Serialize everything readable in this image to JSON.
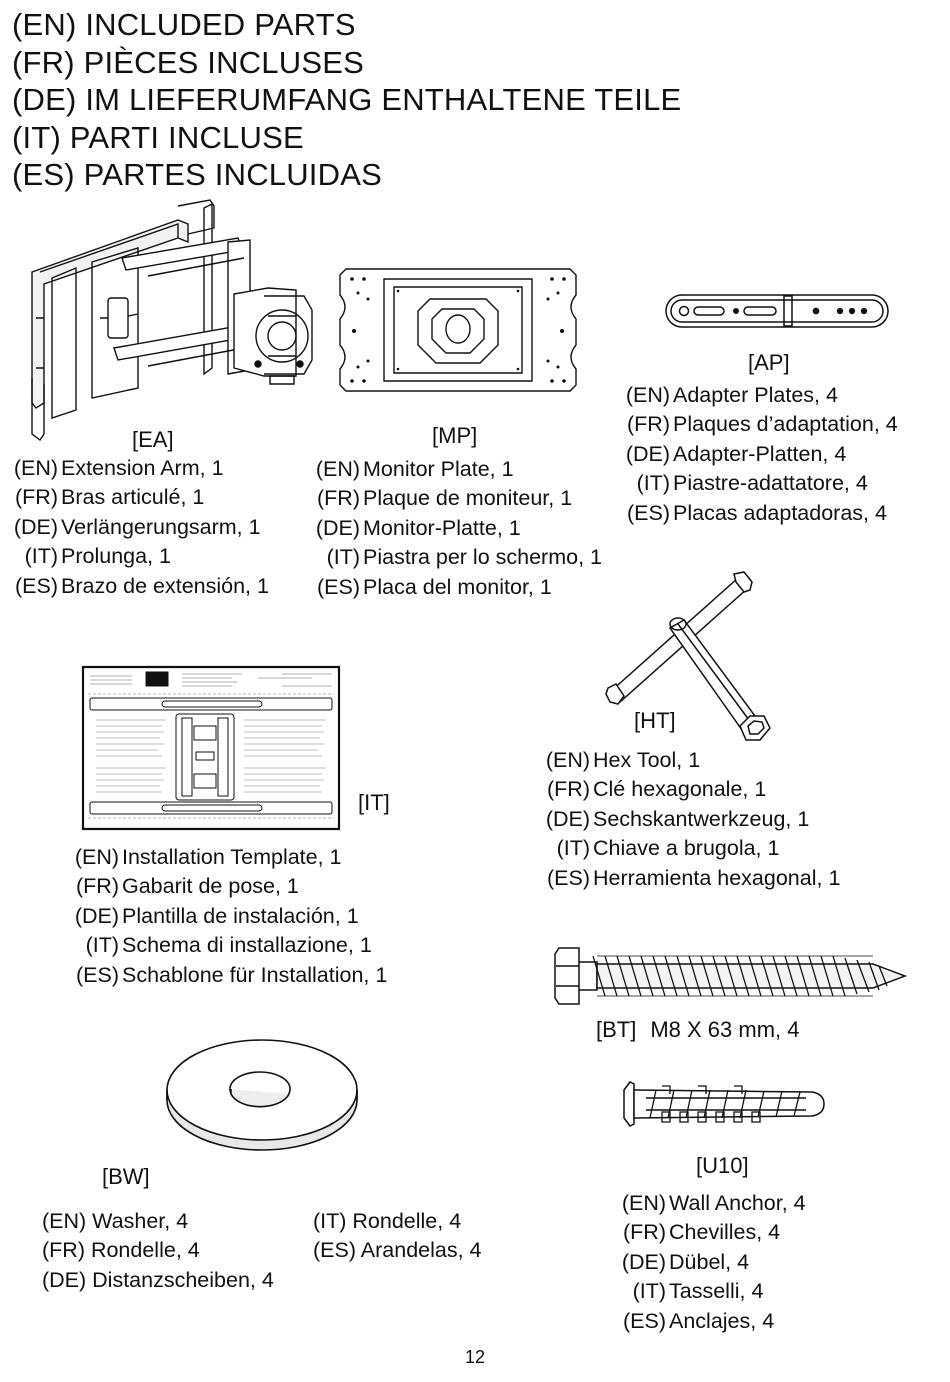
{
  "heading": {
    "lines": [
      "(EN) INCLUDED PARTS",
      "(FR) PIÈCES INCLUSES",
      "(DE) IM LIEFERUMFANG ENTHALTENE TEILE",
      "(IT) PARTI INCLUSE",
      "(ES) PARTES INCLUIDAS"
    ]
  },
  "parts": {
    "ea": {
      "code": "[EA]",
      "illustration": "extension-arm-drawing",
      "names": [
        {
          "lang": "(EN)",
          "text": "Extension Arm, 1"
        },
        {
          "lang": "(FR)",
          "text": "Bras articulé, 1"
        },
        {
          "lang": "(DE)",
          "text": "Verlängerungsarm, 1"
        },
        {
          "lang": "(IT)",
          "text": "Prolunga, 1"
        },
        {
          "lang": "(ES)",
          "text": "Brazo de extensión, 1"
        }
      ]
    },
    "mp": {
      "code": "[MP]",
      "illustration": "monitor-plate-drawing",
      "names": [
        {
          "lang": "(EN)",
          "text": "Monitor Plate, 1"
        },
        {
          "lang": "(FR)",
          "text": "Plaque de moniteur, 1"
        },
        {
          "lang": "(DE)",
          "text": "Monitor-Platte, 1"
        },
        {
          "lang": "(IT)",
          "text": "Piastra per lo schermo, 1"
        },
        {
          "lang": "(ES)",
          "text": "Placa del monitor, 1"
        }
      ]
    },
    "ap": {
      "code": "[AP]",
      "illustration": "adapter-plate-drawing",
      "names": [
        {
          "lang": "(EN)",
          "text": "Adapter Plates, 4"
        },
        {
          "lang": "(FR)",
          "text": "Plaques d’adaptation, 4"
        },
        {
          "lang": "(DE)",
          "text": "Adapter-Platten, 4"
        },
        {
          "lang": "(IT)",
          "text": "Piastre-adattatore, 4"
        },
        {
          "lang": "(ES)",
          "text": "Placas adaptadoras, 4"
        }
      ]
    },
    "it": {
      "code": "[IT]",
      "illustration": "installation-template-drawing",
      "names": [
        {
          "lang": "(EN)",
          "text": "Installation Template, 1"
        },
        {
          "lang": "(FR)",
          "text": "Gabarit de pose, 1"
        },
        {
          "lang": "(DE)",
          "text": "Plantilla de instalación, 1"
        },
        {
          "lang": "(IT)",
          "text": "Schema di installazione, 1"
        },
        {
          "lang": "(ES)",
          "text": "Schablone für Installation, 1"
        }
      ]
    },
    "ht": {
      "code": "[HT]",
      "illustration": "hex-tool-drawing",
      "names": [
        {
          "lang": "(EN)",
          "text": "Hex Tool, 1"
        },
        {
          "lang": "(FR)",
          "text": "Clé hexagonale, 1"
        },
        {
          "lang": "(DE)",
          "text": "Sechskantwerkzeug, 1"
        },
        {
          "lang": "(IT)",
          "text": "Chiave a brugola, 1"
        },
        {
          "lang": "(ES)",
          "text": "Herramienta hexagonal, 1"
        }
      ]
    },
    "bt": {
      "code": "[BT]",
      "spec": "M8 X 63 mm, 4",
      "illustration": "bolt-drawing"
    },
    "bw": {
      "code": "[BW]",
      "illustration": "washer-drawing",
      "col1": [
        "(EN) Washer, 4",
        "(FR) Rondelle, 4",
        "(DE) Distanzscheiben, 4"
      ],
      "col2": [
        "(IT) Rondelle, 4",
        "(ES) Arandelas, 4"
      ]
    },
    "u10": {
      "code": "[U10]",
      "illustration": "wall-anchor-drawing",
      "names": [
        {
          "lang": "(EN)",
          "text": "Wall Anchor, 4"
        },
        {
          "lang": "(FR)",
          "text": "Chevilles, 4"
        },
        {
          "lang": "(DE)",
          "text": "Dübel, 4"
        },
        {
          "lang": "(IT)",
          "text": "Tasselli, 4"
        },
        {
          "lang": "(ES)",
          "text": "Anclajes, 4"
        }
      ]
    }
  },
  "page_number": "12"
}
